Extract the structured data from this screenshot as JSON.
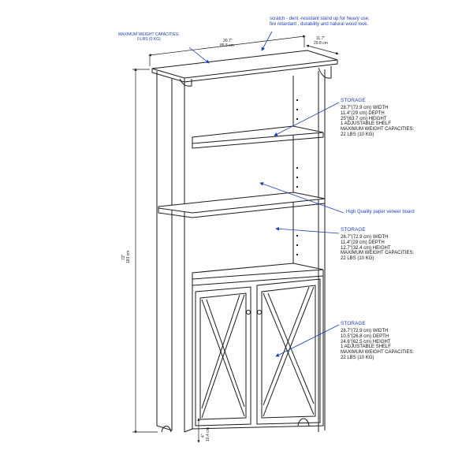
{
  "callouts": {
    "top_note": [
      "scratch - dent -resistant stand up for heavy use,",
      "fire retardant , durability and natural wood look."
    ],
    "max_weight": [
      "MAXIMUM WEIGHT CAPACITIES:",
      "0 LBS (0 KG)"
    ],
    "veneer": "High Quality paper veneer board"
  },
  "dimensions": {
    "width_in": "30.7\"",
    "width_cm": "85.5  cm",
    "depth_in": "11.7\"",
    "depth_cm": "29.8  cm",
    "height_in": "72\"",
    "height_cm": "183  cm",
    "leg_in": "4\"",
    "leg_cm": "10.4  cm"
  },
  "storage_sections": [
    {
      "heading": "STORAGE",
      "lines": [
        "28.7\"(72.9 cm) WIDTH",
        "11.4\"(29 cm) DEPTH",
        "25\"(63.7 cm) HEIGHT",
        "1 ADJUSTABLE SHELF",
        "MAXIMUM WEIGHT CAPACITIES:",
        "22 LBS (10 KG)"
      ]
    },
    {
      "heading": "STORAGE",
      "lines": [
        "28.7\"(72.9 cm) WIDTH",
        "11.4\"(29 cm) DEPTH",
        "12.7\"(32.4 cm) HEIGHT",
        "MAXIMUM WEIGHT CAPACITIES:",
        "22 LBS (10 KG)"
      ]
    },
    {
      "heading": "STORAGE",
      "lines": [
        "28.7\"(72.9 cm) WIDTH",
        "10.5\"(26.8 cm) DEPTH",
        "24.6\"(62.5 cm) HEIGHT",
        "1 ADJUSTABLE SHELF",
        "MAXIMUM WEIGHT CAPACITIES:",
        "22 LBS (10 KG)"
      ]
    }
  ],
  "colors": {
    "line": "#1a1a1a",
    "annotation": "#1f3fb8"
  }
}
